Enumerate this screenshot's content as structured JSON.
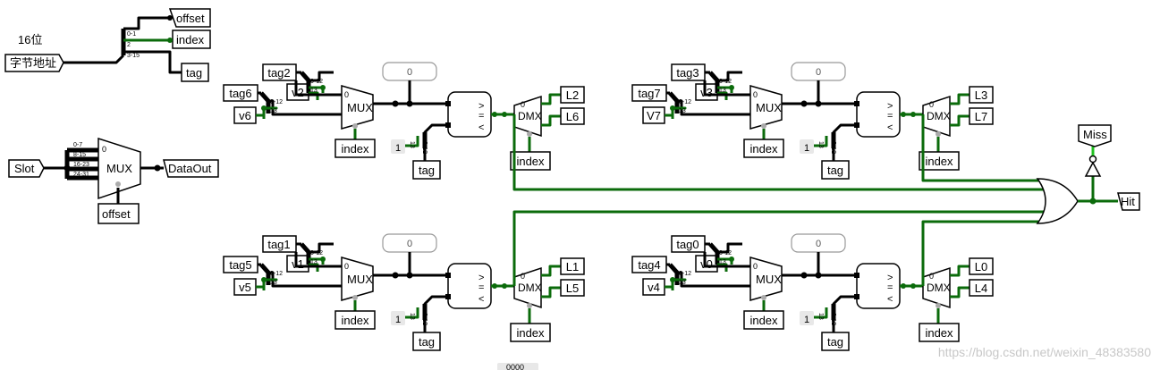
{
  "top_left": {
    "bits_label": "16位",
    "input_label": "字节地址",
    "outputs": [
      "offset",
      "index",
      "tag"
    ],
    "split_labels": [
      "0-1",
      "2",
      "3-15"
    ]
  },
  "slot_mux": {
    "input_label": "Slot",
    "mux_label": "MUX",
    "select_value": "0",
    "output_label": "DataOut",
    "select_label": "offset",
    "split_labels": [
      "0-7",
      "8-15",
      "16-23",
      "24-31"
    ]
  },
  "common": {
    "mux_label": "MUX",
    "dmx_label": "DMX",
    "index_label": "index",
    "tag_label": "tag",
    "register_value": "0",
    "constant_value": "1",
    "mux_split": [
      "0-12",
      "13"
    ],
    "tag_split": [
      "13",
      "0-12"
    ],
    "compare_symbols": [
      ">",
      "=",
      "<"
    ]
  },
  "units": [
    {
      "tag_a": "tag2",
      "v_a": "v2",
      "tag_b": "tag6",
      "v_b": "v6",
      "out_top": "L2",
      "out_bottom": "L6"
    },
    {
      "tag_a": "tag3",
      "v_a": "v3",
      "tag_b": "tag7",
      "v_b": "V7",
      "out_top": "L3",
      "out_bottom": "L7"
    },
    {
      "tag_a": "tag1",
      "v_a": "v1",
      "tag_b": "tag5",
      "v_b": "v5",
      "out_top": "L1",
      "out_bottom": "L5"
    },
    {
      "tag_a": "tag0",
      "v_a": "v0",
      "tag_b": "tag4",
      "v_b": "v4",
      "out_top": "L0",
      "out_bottom": "L4"
    }
  ],
  "result": {
    "miss_label": "Miss",
    "hit_label": "Hit"
  },
  "watermark": "https://blog.csdn.net/weixin_48383580",
  "bottom_partial": "0000"
}
